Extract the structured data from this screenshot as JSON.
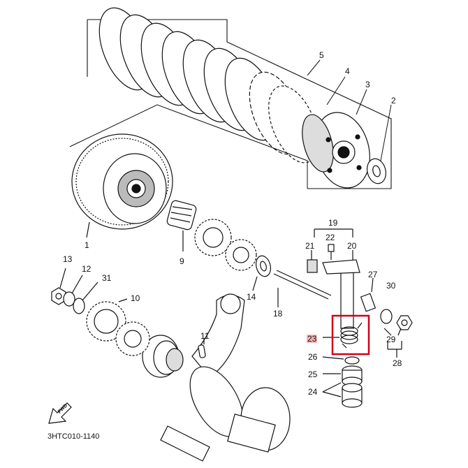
{
  "diagram": {
    "reference_code": "3HTC010-1140",
    "fwd_label": "FWD",
    "highlight_color": "#d0021b",
    "callouts": [
      "1",
      "2",
      "3",
      "4",
      "5",
      "9",
      "10",
      "11",
      "12",
      "13",
      "14",
      "18",
      "19",
      "20",
      "21",
      "22",
      "23",
      "24",
      "25",
      "26",
      "27",
      "28",
      "29",
      "30",
      "31"
    ],
    "highlighted_part": "23"
  }
}
